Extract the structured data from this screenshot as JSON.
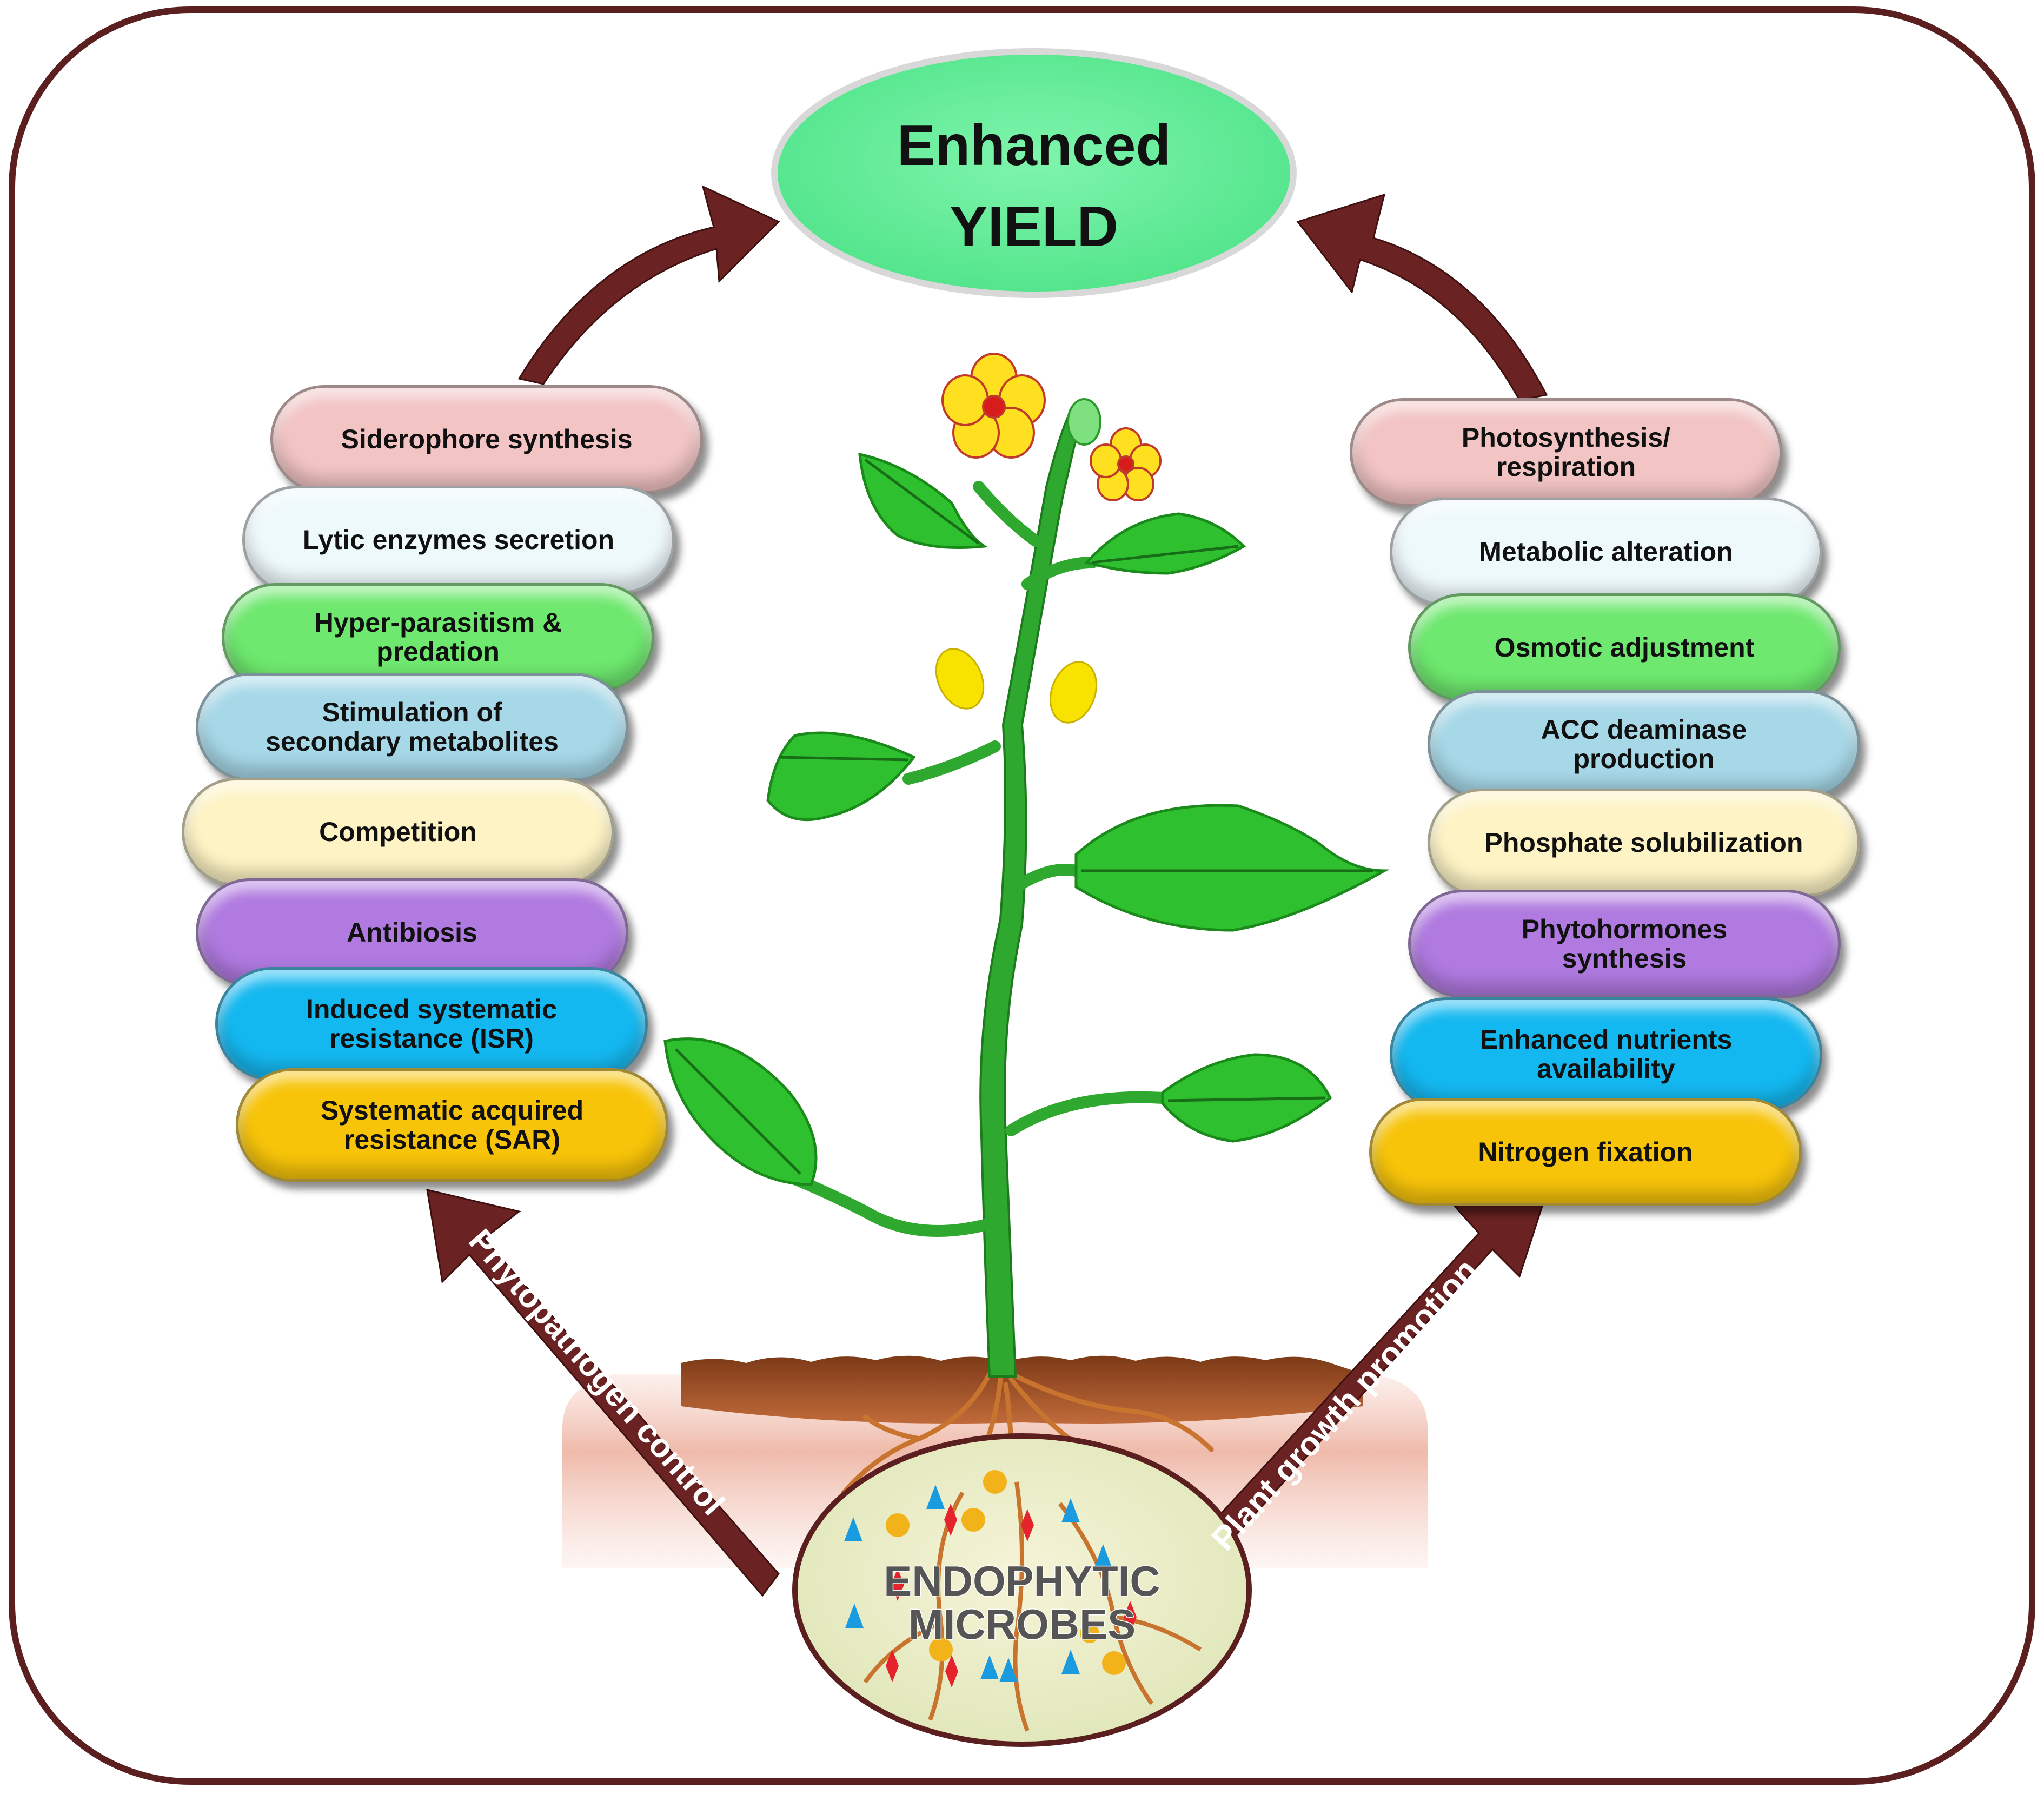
{
  "goal": {
    "line1": "Enhanced",
    "line2": "YIELD"
  },
  "source": {
    "line1": "ENDOPHYTIC",
    "line2": "MICROBES"
  },
  "left_arrow_label": "Phytopathogen control",
  "right_arrow_label": "Plant growth promotion",
  "left_items": [
    {
      "label": "Siderophore synthesis",
      "color": "#f2c4c4"
    },
    {
      "label": "Lytic enzymes secretion",
      "color": "#eef9fc"
    },
    {
      "label": "Hyper-parasitism &\npredation",
      "color": "#6ee86e"
    },
    {
      "label": "Stimulation of\nsecondary metabolites",
      "color": "#a7d8e8"
    },
    {
      "label": "Competition",
      "color": "#fdf3c4"
    },
    {
      "label": "Antibiosis",
      "color": "#b07ae0"
    },
    {
      "label": "Induced systematic\nresistance (ISR)",
      "color": "#14b8f0"
    },
    {
      "label": "Systematic acquired\nresistance (SAR)",
      "color": "#f7c40a"
    }
  ],
  "right_items": [
    {
      "label": "Photosynthesis/\nrespiration",
      "color": "#f2c4c4"
    },
    {
      "label": "Metabolic alteration",
      "color": "#eef9fc"
    },
    {
      "label": "Osmotic adjustment",
      "color": "#6ee86e"
    },
    {
      "label": "ACC deaminase\nproduction",
      "color": "#a7d8e8"
    },
    {
      "label": "Phosphate solubilization",
      "color": "#fdf3c4"
    },
    {
      "label": "Phytohormones\nsynthesis",
      "color": "#b07ae0"
    },
    {
      "label": "Enhanced nutrients\navailability",
      "color": "#14b8f0"
    },
    {
      "label": "Nitrogen fixation",
      "color": "#f7c40a"
    }
  ],
  "colors": {
    "frame": "#5c1f1f",
    "arrow": "#6b2222",
    "goal_fill": "#66f09a",
    "leaf": "#2fc02f",
    "stem": "#2ea82e",
    "soil": "#9a4a22"
  }
}
